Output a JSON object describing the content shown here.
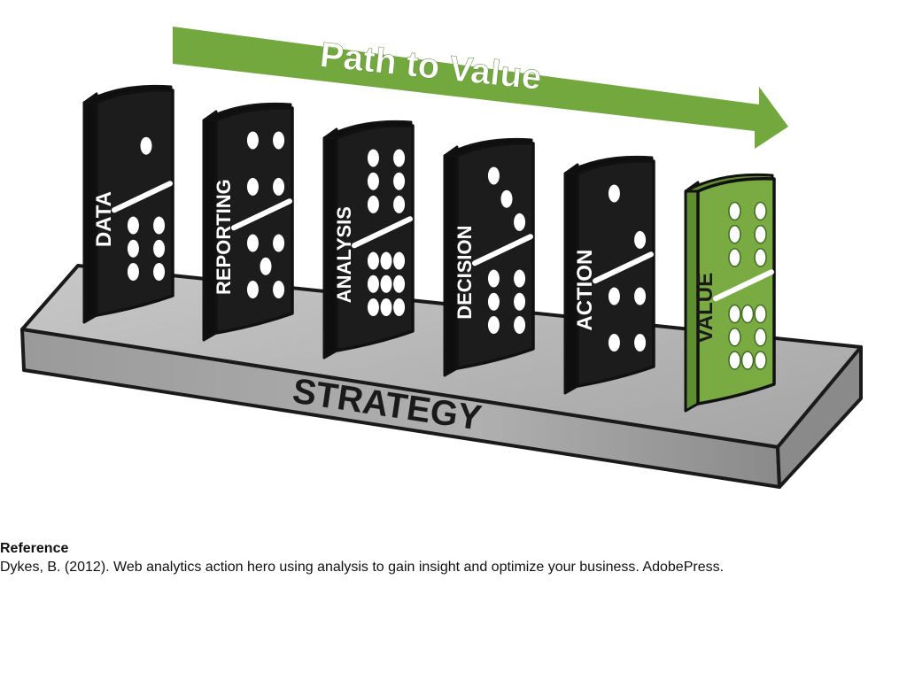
{
  "diagram": {
    "arrow_label": "Path to Value",
    "base_label": "STRATEGY",
    "dominoes": [
      {
        "label": "DATA",
        "top_pips": 1,
        "bottom_pips": 6,
        "color": "#1c1c1c"
      },
      {
        "label": "REPORTING",
        "top_pips": 4,
        "bottom_pips": 5,
        "color": "#1c1c1c"
      },
      {
        "label": "ANALYSIS",
        "top_pips": 6,
        "bottom_pips": 9,
        "color": "#1c1c1c"
      },
      {
        "label": "DECISION",
        "top_pips": 3,
        "bottom_pips": 6,
        "color": "#1c1c1c"
      },
      {
        "label": "ACTION",
        "top_pips": 2,
        "bottom_pips": 4,
        "color": "#1c1c1c"
      },
      {
        "label": "VALUE",
        "top_pips": 6,
        "bottom_pips": 8,
        "color": "#7aab43"
      }
    ],
    "colors": {
      "arrow": "#72a83e",
      "domino_dark": "#1c1c1c",
      "domino_value": "#7aab43",
      "platform_top": "#b4b4b4",
      "platform_front": "#8e8e8e"
    }
  },
  "reference": {
    "heading": "Reference",
    "text": "Dykes, B. (2012). Web analytics action hero using analysis to gain insight and optimize your business. AdobePress."
  }
}
